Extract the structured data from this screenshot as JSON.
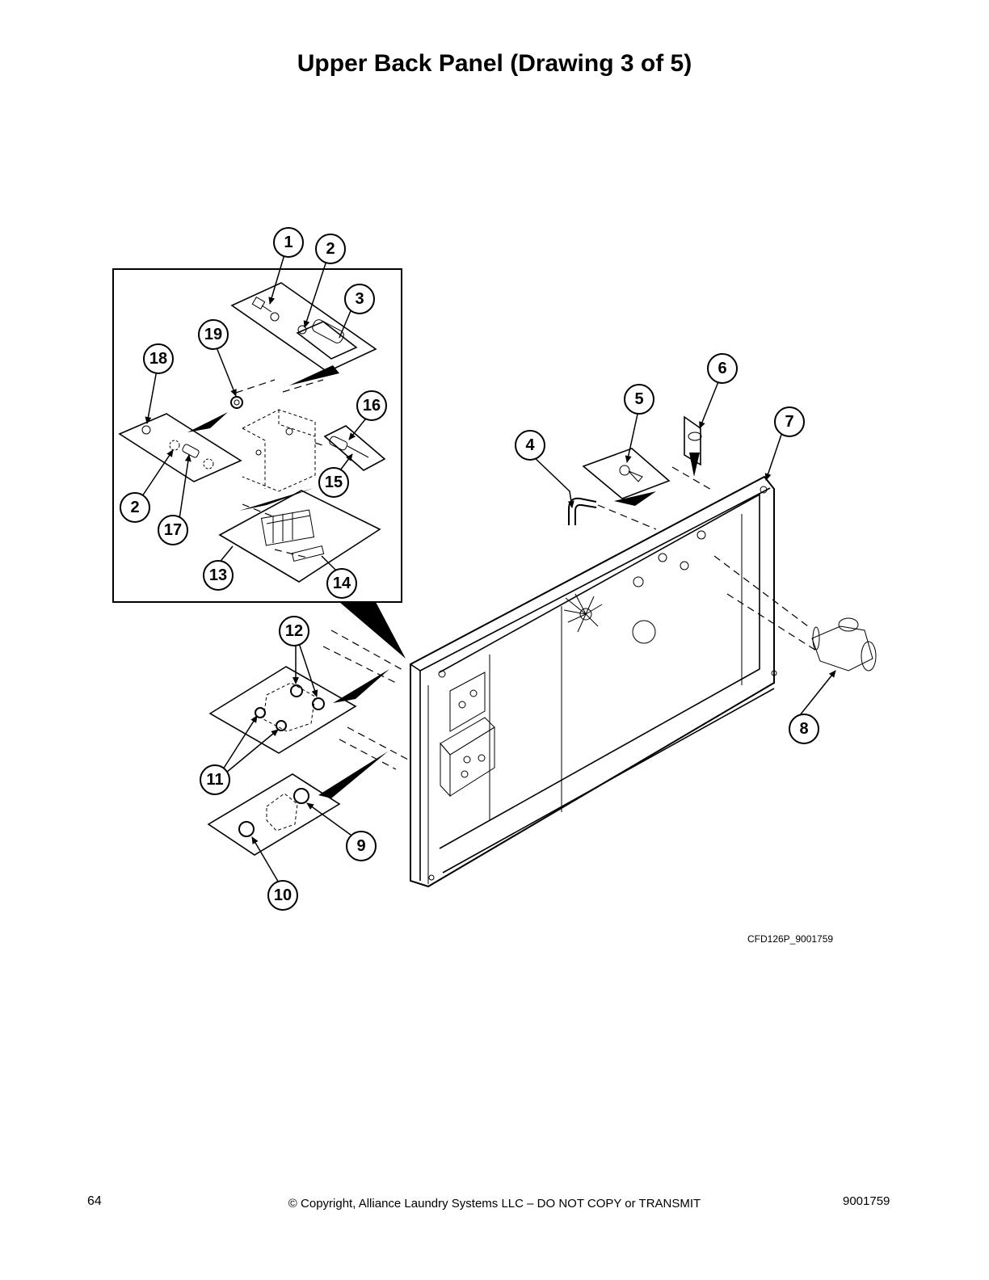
{
  "page": {
    "title": "Upper Back Panel (Drawing 3 of 5)",
    "figure_code": "CFD126P_9001759",
    "page_number": "64",
    "copyright": "© Copyright, Alliance Laundry Systems LLC – DO NOT COPY or TRANSMIT",
    "doc_number": "9001759"
  },
  "callouts": [
    {
      "id": "c1",
      "label": "1"
    },
    {
      "id": "c2a",
      "label": "2"
    },
    {
      "id": "c3",
      "label": "3"
    },
    {
      "id": "c19",
      "label": "19"
    },
    {
      "id": "c18",
      "label": "18"
    },
    {
      "id": "c16",
      "label": "16"
    },
    {
      "id": "c15",
      "label": "15"
    },
    {
      "id": "c2b",
      "label": "2"
    },
    {
      "id": "c17",
      "label": "17"
    },
    {
      "id": "c13",
      "label": "13"
    },
    {
      "id": "c14",
      "label": "14"
    },
    {
      "id": "c4",
      "label": "4"
    },
    {
      "id": "c5",
      "label": "5"
    },
    {
      "id": "c6",
      "label": "6"
    },
    {
      "id": "c7",
      "label": "7"
    },
    {
      "id": "c8",
      "label": "8"
    },
    {
      "id": "c12",
      "label": "12"
    },
    {
      "id": "c11",
      "label": "11"
    },
    {
      "id": "c9",
      "label": "9"
    },
    {
      "id": "c10",
      "label": "10"
    }
  ]
}
